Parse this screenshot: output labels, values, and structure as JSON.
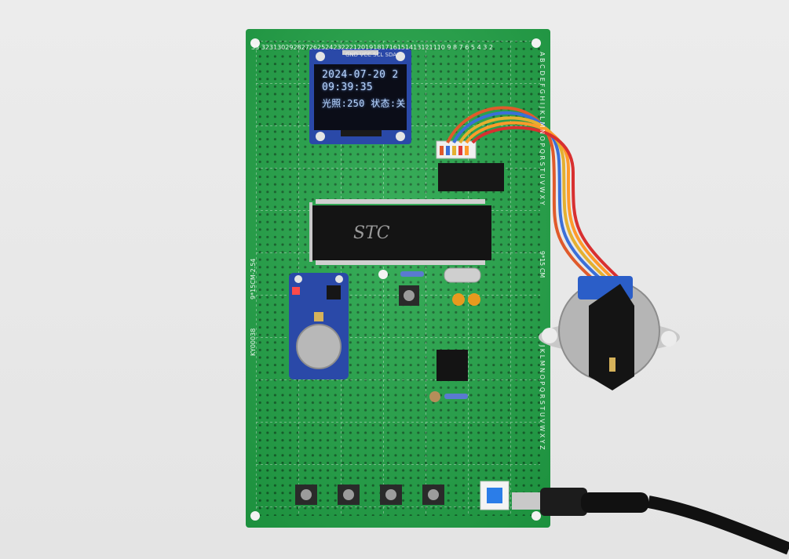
{
  "scene": {
    "board_color": "#1fa345",
    "background_color": "#e6e6e6"
  },
  "oled": {
    "header_pins": "GND VCC SCL SDA",
    "line1": "2024-07-20 2",
    "line2": "09:39:35",
    "line3": "光照:250 状态:关"
  },
  "chips": {
    "mcu_label": "STC"
  },
  "silkscreen": {
    "top_numbers": "33  3231302928272625242322212019181716151413121110 9  8  7  6  5  4  3  2",
    "right_letters_top": "A B C D E F G H I J K L M N O P Q R S T U V W X Y",
    "right_letters_bottom": "J K L M N O P Q R S T U V W X Y Z",
    "left_code_1": "9*15CM-2.54",
    "left_code_2": "KY00038",
    "right_code": "9*15 CM"
  },
  "icons": [
    "pcb-board-icon",
    "oled-module-icon",
    "stepper-motor-icon",
    "rtc-battery-icon",
    "dc-jack-icon"
  ]
}
